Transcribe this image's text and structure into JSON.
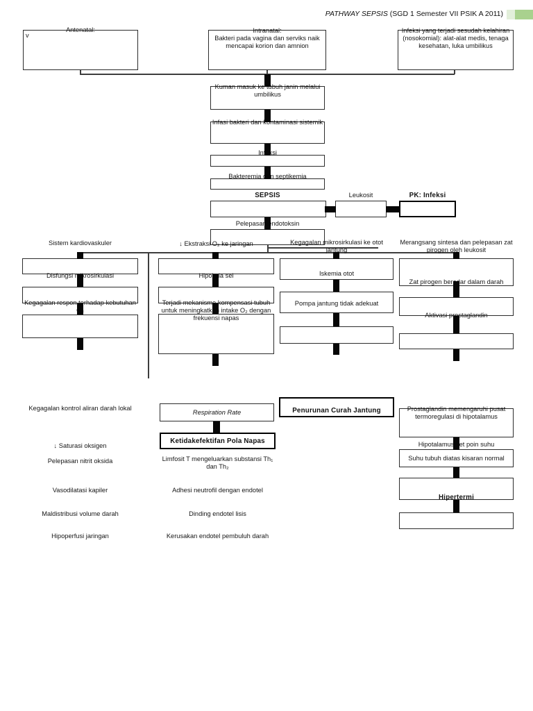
{
  "header": {
    "title_em": "PATHWAY SEPSIS",
    "title_rest": " (SGD 1 Semester VII PSIK A 2011)"
  },
  "colors": {
    "badge_green": "#a9d18e",
    "badge_green_light": "#e2efda",
    "ink": "#000000"
  },
  "top_boxes": {
    "antenatal_label": "Antenatal:",
    "antenatal_mark": "v",
    "intranatal": "Intranatal:\nBakteri pada vagina dan serviks naik mencapai korion dan amnion",
    "nosokomial": "Infeksi yang terjadi sesudah kelahiran (nosokomial):  alat-alat medis, tenaga kesehatan, luka umbilikus"
  },
  "chain": {
    "kuman": "Kuman masuk ke tubuh janin melalui umbilikus",
    "infasi": "Infasi bakteri dan kontaminasi sistemik",
    "infeksi": "Infeksi",
    "bakteremia": "Bakteremia dan septikemia",
    "sepsis": "SEPSIS",
    "leukosit": "Leukosit",
    "pk_infeksi": "PK: Infeksi",
    "pelepasan": "Pelepasan endotoksin"
  },
  "col_kardiovaskuler": {
    "heading": "Sistem kardiovaskuler",
    "disfungsi": "Disfungsi mikrosirkulasi",
    "kegagalan_respon": "Kegagalan respon terhadap kebutuhan O₂",
    "lower": [
      "Kegagalan kontrol aliran darah lokal",
      "↓ Saturasi oksigen",
      "Pelepasan nitrit oksida",
      "Vasodilatasi kapiler",
      "Maldistribusi volume darah",
      "Hipoperfusi jaringan"
    ]
  },
  "col_ekstraksi": {
    "heading": "↓ Ekstraksi O₂ ke jaringan",
    "hipoksia": "Hipoksia sel",
    "kompensasi": "Terjadi mekanisme kompensasi tubuh untuk meningkatkan intake O₂ dengan  frekuensi napas",
    "respiration_rate": "Respiration Rate",
    "ketidakefektifan": "Ketidakefektifan Pola Napas",
    "lower": [
      "Limfosit T mengeluarkan substansi Th₁ dan Th₂",
      "Adhesi neutrofil dengan endotel",
      "Dinding endotel lisis",
      "Kerusakan endotel pembuluh darah"
    ]
  },
  "col_jantung": {
    "heading": "Kegagalan mikrosirkulasi ke otot jantung",
    "iskemia": "Iskemia otot",
    "pompa": "Pompa jantung tidak adekuat",
    "penurunan": "Penurunan Curah Jantung"
  },
  "col_pirogen": {
    "heading": "Merangsang sintesa dan pelepasan zat pirogen oleh leukosit",
    "zat_pirogen": "Zat pirogen beredar dalam darah",
    "aktivasi": "Aktivasi prostaglandin",
    "prostaglandin": "Prostaglandin memengaruhi pusat termoregulasi di hipotalamus",
    "set_poin": "Hipotalamus set poin suhu",
    "suhu": "Suhu tubuh diatas kisaran normal",
    "hipertermi": "Hipertermi"
  }
}
